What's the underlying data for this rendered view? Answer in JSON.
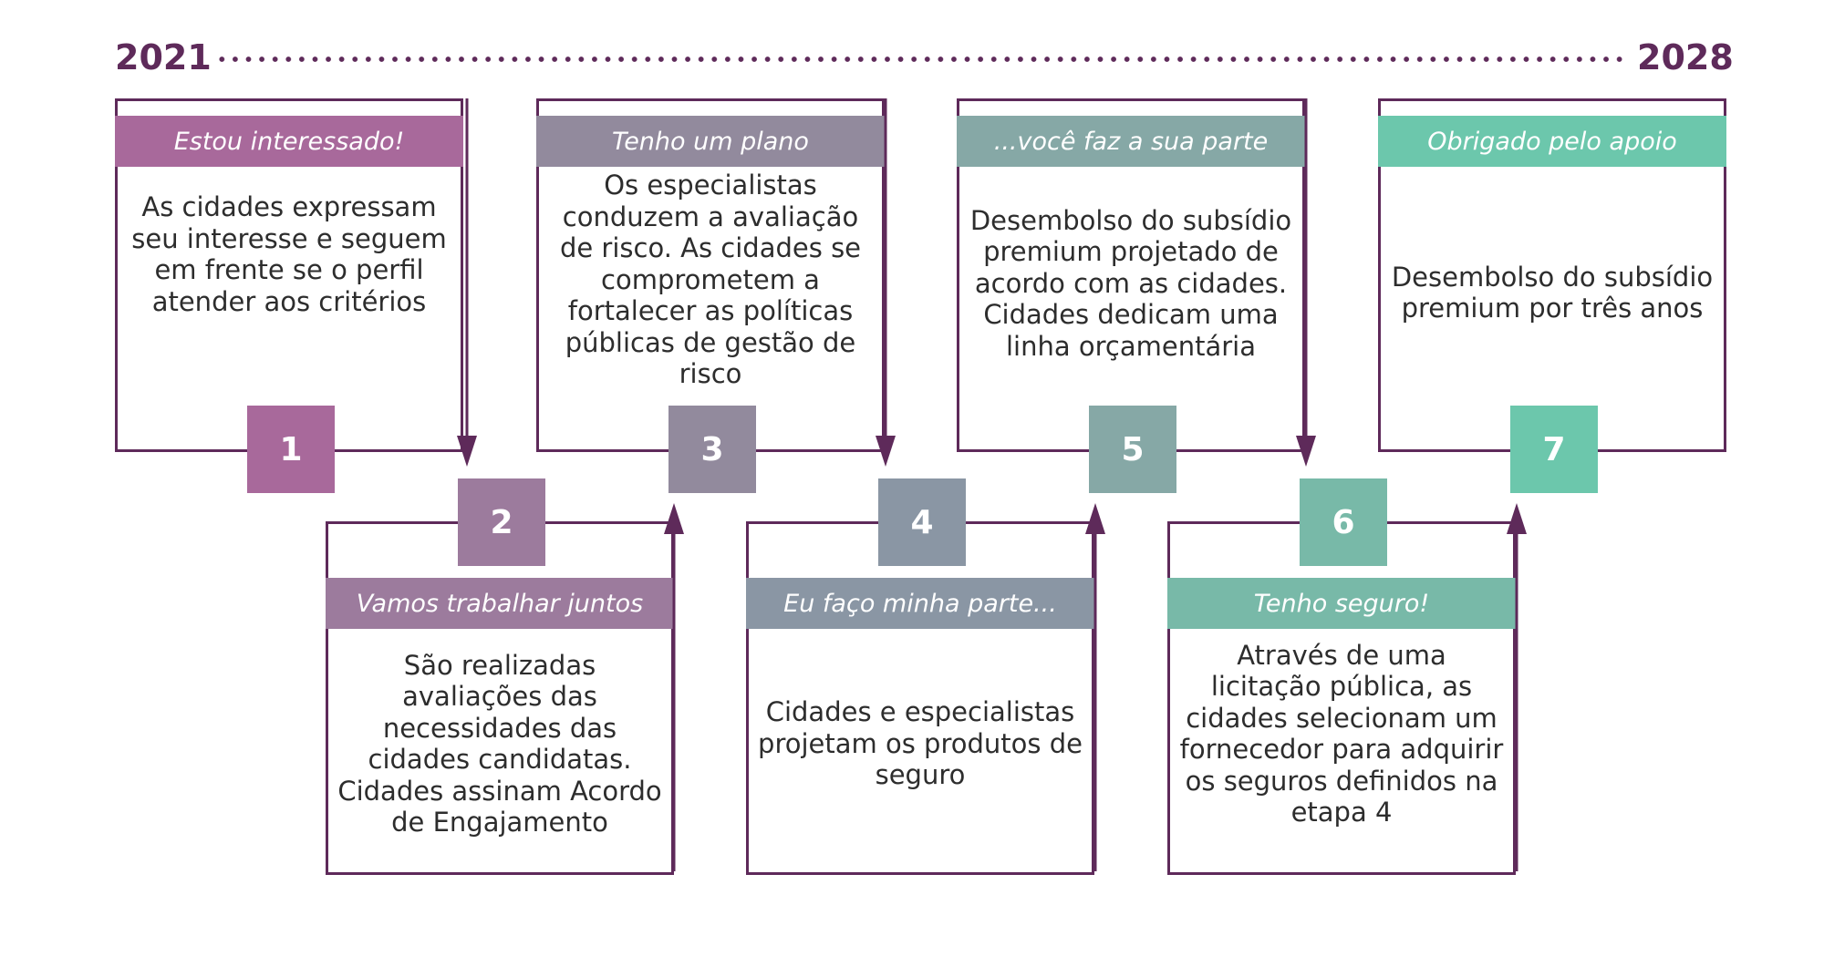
{
  "timeline": {
    "start_year": "2021",
    "end_year": "2028"
  },
  "steps": [
    {
      "number": "1",
      "title": "Estou interessado!",
      "text": "As cidades expressam seu interesse e seguem em frente se o perfil atender aos critérios",
      "color": "#a8699b"
    },
    {
      "number": "2",
      "title": "Vamos trabalhar juntos",
      "text": "São realizadas avaliações das necessidades das cidades candidatas. Cidades assinam Acordo de Engajamento",
      "color": "#9c7b9d"
    },
    {
      "number": "3",
      "title": "Tenho um plano",
      "text": "Os especialistas conduzem a avaliação de risco. As cidades se comprometem a fortalecer as políticas públicas de gestão de risco",
      "color": "#928a9d"
    },
    {
      "number": "4",
      "title": "Eu faço minha parte...",
      "text": "Cidades e especialistas projetam os produtos de seguro",
      "color": "#8a96a4"
    },
    {
      "number": "5",
      "title": "...você faz a sua parte",
      "text": "Desembolso do subsídio premium projetado de acordo com as cidades. Cidades dedicam uma linha orçamentária",
      "color": "#86a8a6"
    },
    {
      "number": "6",
      "title": "Tenho seguro!",
      "text": "Através de uma licitação pública, as cidades selecionam um fornecedor para adquirir os seguros definidos na etapa 4",
      "color": "#78b9a8"
    },
    {
      "number": "7",
      "title": "Obrigado pelo apoio",
      "text": "Desembolso do subsídio premium por três anos",
      "color": "#6cc7ac"
    }
  ],
  "colors": {
    "frame": "#5e2a5a",
    "year": "#5e2a5a"
  }
}
